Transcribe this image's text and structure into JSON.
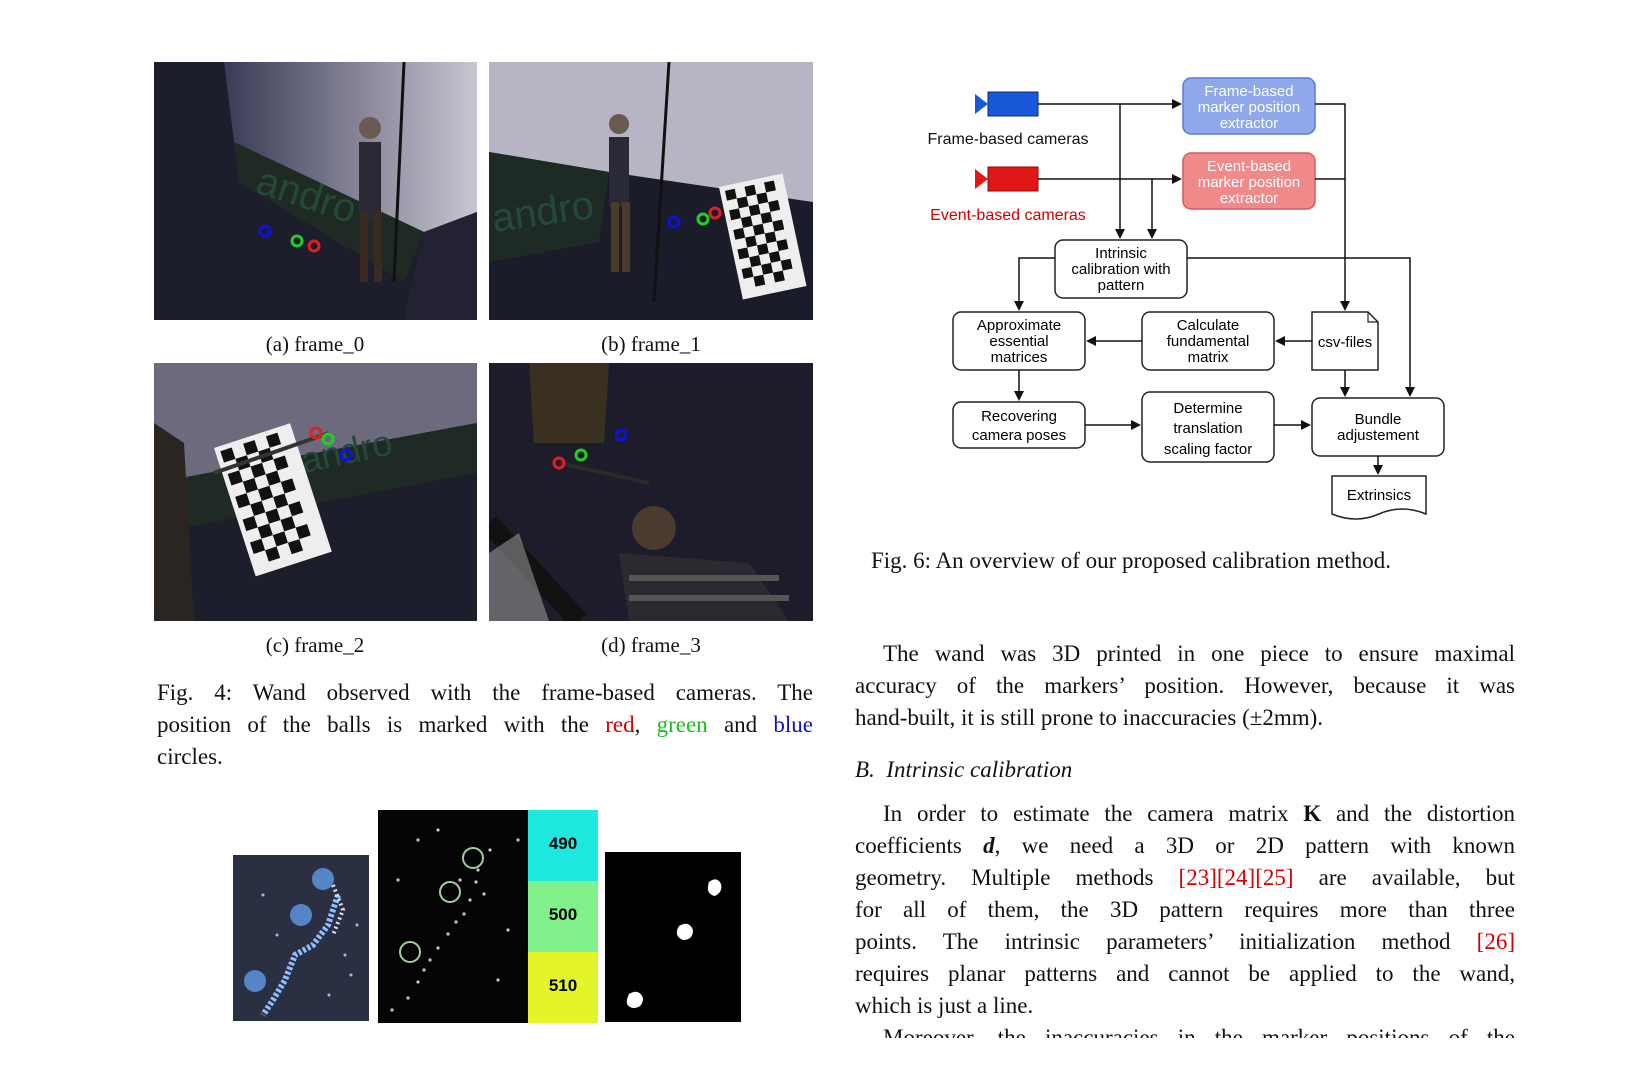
{
  "fig4": {
    "subcaptions": [
      "(a) frame_0",
      "(b) frame_1",
      "(c) frame_2",
      "(d) frame_3"
    ],
    "caption": {
      "prefix": "Fig. 4: Wand observed with the frame-based cameras. The",
      "line2_pre": "position of the balls is marked with the",
      "red": "red",
      "sep": ",",
      "green": "green",
      "and": "and",
      "blue": "blue",
      "line3": "circles."
    },
    "wall_text": "andro"
  },
  "fig5": {
    "colorbar_labels": [
      "490",
      "500",
      "510"
    ]
  },
  "fig6": {
    "nodes": {
      "frame_cams": "Frame-based cameras",
      "event_cams": "Event-based cameras",
      "frame_extractor": [
        "Frame-based",
        "marker position",
        "extractor"
      ],
      "event_extractor": [
        "Event-based",
        "marker position",
        "extractor"
      ],
      "intrinsic": [
        "Intrinsic",
        "calibration with",
        "pattern"
      ],
      "approx": [
        "Approximate",
        "essential",
        "matrices"
      ],
      "fundamental": [
        "Calculate",
        "fundamental",
        "matrix"
      ],
      "csv": "csv-files",
      "recover": [
        "Recovering",
        "camera poses"
      ],
      "translation": [
        "Determine",
        "translation",
        "scaling factor"
      ],
      "bundle": [
        "Bundle",
        "adjustement"
      ],
      "extrinsics": "Extrinsics"
    },
    "caption": "Fig. 6: An overview of our proposed calibration method."
  },
  "text": {
    "para1": [
      "The wand was 3D printed in one piece to ensure maximal",
      "accuracy of the markers’ position. However, because it was",
      "hand-built, it is still prone to inaccuracies (±2mm)."
    ],
    "section_heading": "B.  Intrinsic calibration",
    "para2_line1_pre": "In order to estimate the camera matrix",
    "para2_K": "K",
    "para2_line1_post": "and the distortion",
    "para2_line2_pre": "coefficients",
    "para2_d": "d",
    "para2_line2_post": ", we need a 3D or 2D pattern with known",
    "para2_line3_pre": "geometry. Multiple methods",
    "refs": [
      "[23]",
      "[24]",
      "[25]",
      "[26]"
    ],
    "para2_line3_post": "are available, but",
    "para2_line4": "for all of them, the 3D pattern requires more than three",
    "para2_line5_pre": "points. The intrinsic parameters’ initialization method",
    "para2_line6": "requires planar patterns and cannot be applied to the wand,",
    "para2_line7": "which is just a line.",
    "para3_partial": "Moreover, the inaccuracies in the marker positions of the"
  }
}
